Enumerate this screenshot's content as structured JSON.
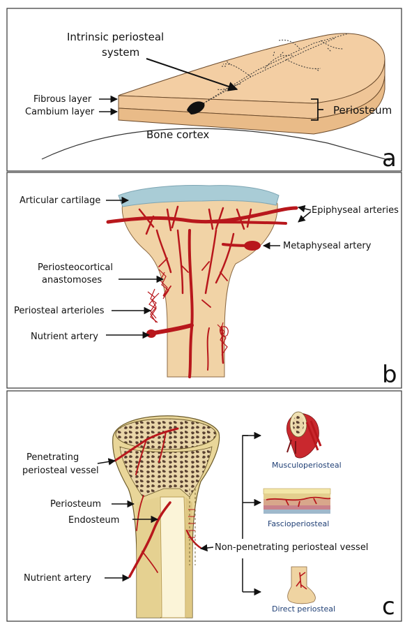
{
  "panel_a": {
    "letter": "a",
    "intrinsic_line1": "Intrinsic periosteal",
    "intrinsic_line2": "system",
    "fibrous": "Fibrous layer",
    "cambium": "Cambium layer",
    "periosteum": "Periosteum",
    "cortex": "Bone cortex"
  },
  "panel_b": {
    "letter": "b",
    "articular": "Articular cartilage",
    "epiphyseal": "Epiphyseal arteries",
    "metaphyseal": "Metaphyseal artery",
    "perio_line1": "Periosteocortical",
    "perio_line2": "anastomoses",
    "arterioles": "Periosteal arterioles",
    "nutrient": "Nutrient artery"
  },
  "panel_c": {
    "letter": "c",
    "penetrating_line1": "Penetrating",
    "penetrating_line2": "periosteal vessel",
    "periosteum": "Periosteum",
    "endosteum": "Endosteum",
    "nonpen": "Non-penetrating periosteal vessel",
    "nutrient": "Nutrient artery",
    "musculo": "Musculoperiosteal",
    "fascio": "Fascioperiosteal",
    "direct": "Direct periosteal"
  },
  "colors": {
    "border": "#333333",
    "bone": "#f0d2a8",
    "vessel": "#b8171c",
    "cartilage": "#a9ccd6",
    "caption": "#1f3f75"
  }
}
